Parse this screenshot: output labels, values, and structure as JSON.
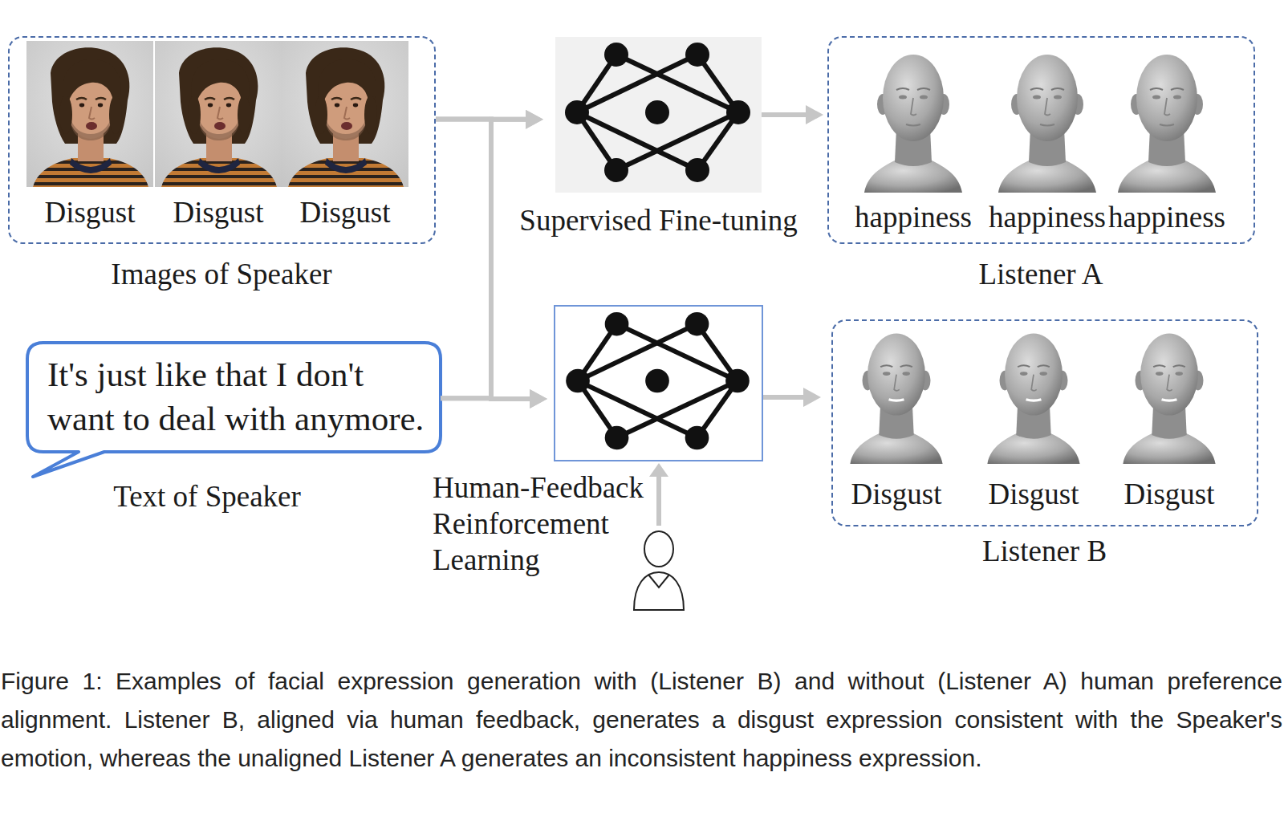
{
  "diagram": {
    "caption": "Figure 1: Examples of facial expression generation with (Listener B) and without (Listener A) human preference alignment. Listener B, aligned via human feedback, generates a disgust expression consistent with the Speaker's emotion, whereas the unaligned Listener A generates an inconsistent happiness expression.",
    "nodes": [
      {
        "text": [
          "Images of Speaker"
        ]
      },
      {
        "text": [
          "Disgust"
        ],
        "in": 0
      },
      {
        "text": [
          "Disgust"
        ],
        "in": 0
      },
      {
        "text": [
          "Disgust"
        ],
        "in": 0
      },
      {
        "text": [
          "Supervised Fine-tuning"
        ]
      },
      {
        "text": [
          "Listener A"
        ]
      },
      {
        "text": [
          "happiness"
        ],
        "in": 5
      },
      {
        "text": [
          "happiness"
        ],
        "in": 5
      },
      {
        "text": [
          "happiness"
        ],
        "in": 5
      },
      {
        "text": [
          "It's just like that I don't want to deal with anymore.",
          "Text of Speaker"
        ]
      },
      {
        "text": [
          "Human-Feedback Reinforcement Learning"
        ]
      },
      {
        "text": [
          "Listener B"
        ]
      },
      {
        "text": [
          "Disgust"
        ],
        "in": 11
      },
      {
        "text": [
          "Disgust"
        ],
        "in": 11
      },
      {
        "text": [
          "Disgust"
        ],
        "in": 11
      }
    ],
    "edges": [
      {
        "from": 0,
        "to": 4,
        "arrow": "to"
      },
      {
        "from": 0,
        "to": 10,
        "arrow": "to"
      },
      {
        "from": 9,
        "to": 4,
        "arrow": "to"
      },
      {
        "from": 9,
        "to": 10,
        "arrow": "to"
      },
      {
        "from": 4,
        "to": 5,
        "arrow": "to"
      },
      {
        "from": 10,
        "to": 11,
        "arrow": "to"
      }
    ]
  }
}
